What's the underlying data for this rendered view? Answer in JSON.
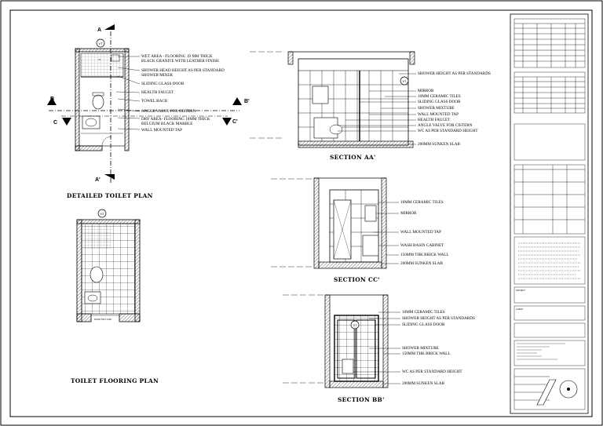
{
  "plan": {
    "title": "DETAILED TOILET PLAN",
    "tag": "VT",
    "markers": {
      "a": "A",
      "a2": "A'",
      "b": "B",
      "b2": "B'",
      "c": "C",
      "c2": "C'"
    },
    "callouts": [
      "WET AREA - FLOORING 19 MM THICK",
      "BLACK GRANITE WITH LEATHER FINISH",
      "SHOWER HEAD HEIGHT AS PER STANDARD",
      "SHOWER MIXER",
      "SLIDING GLASS DOOR",
      "HEALTH FAUCET",
      "TOWEL RACK",
      "ANGLE VALVE FOR CISTERN",
      "DRY AREA- FLOORING 18MM THICK",
      "BELGIUM BLACK MARBLE",
      "WALL MOUNTED TAP"
    ]
  },
  "flooring": {
    "title": "TOILET FLOORING PLAN",
    "tag": "VT"
  },
  "section_aa": {
    "title": "SECTION AA'",
    "tag": "VT",
    "callouts": [
      "SHOWER HEIGHT AS PER STANDARDS",
      "MIRROR",
      "10MM CERAMIC TILES",
      "SLIDING GLASS DOOR",
      "SHOWER MIXTURE",
      "WALL MOUNTED TAP",
      "HEALTH FAUCET",
      "ANGLE VALVE FOR CISTERN",
      "WC AS PER STANDARD HEIGHT",
      "200MM SUNKEN SLAB"
    ]
  },
  "section_cc": {
    "title": "SECTION CC'",
    "callouts": [
      "10MM CERAMIC TILES",
      "MIRROR",
      "WALL MOUNTED TAP",
      "WASH BASIN CABINET",
      "150MM THK BRICK WALL",
      "200MM SUNKEN SLAB"
    ]
  },
  "section_bb": {
    "title": "SECTION BB'",
    "tag": "VT",
    "callouts": [
      "10MM CERAMIC TILES",
      "SHOWER HEIGHT AS PER STANDARDS",
      "SLIDING GLASS DOOR",
      "SHOWER MIXTURE",
      "150MM THK BRICK WALL",
      "WC AS PER STANDARD HEIGHT",
      "200MM SUNKEN SLAB"
    ]
  },
  "title_block": {
    "project_label": "PROJECT",
    "client_label": "CLIENT"
  }
}
